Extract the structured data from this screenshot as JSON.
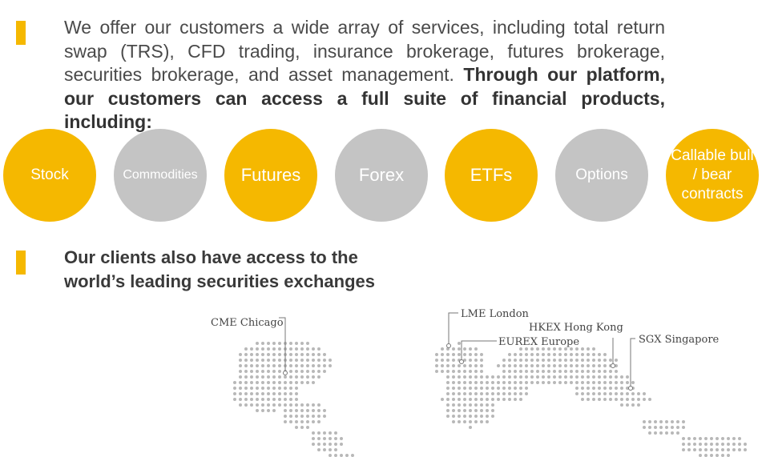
{
  "colors": {
    "accent": "#f5b800",
    "gray_circle": "#c4c4c4",
    "text": "#4a4a4a",
    "map_dots": "#b8b8b8"
  },
  "intro": {
    "normal_text": "We offer our customers a wide array of services, including total return swap (TRS), CFD trading, insurance brokerage, futures brokerage, securities brokerage, and asset management.",
    "bold_text": "Through our platform, our customers can access a full suite of financial products, including:"
  },
  "products": [
    {
      "label": "Stock",
      "color": "#f5b800"
    },
    {
      "label": "Commodities",
      "color": "#c4c4c4"
    },
    {
      "label": "Futures",
      "color": "#f5b800"
    },
    {
      "label": "Forex",
      "color": "#c4c4c4"
    },
    {
      "label": "ETFs",
      "color": "#f5b800"
    },
    {
      "label": "Options",
      "color": "#c4c4c4"
    },
    {
      "label": "Callable bull / bear contracts",
      "color": "#f5b800"
    }
  ],
  "exchanges_heading": {
    "line1": "Our clients also have access to the",
    "line2": "world’s leading securities exchanges"
  },
  "exchanges": [
    {
      "label": "CME Chicago"
    },
    {
      "label": "LME London"
    },
    {
      "label": "HKEX Hong Kong"
    },
    {
      "label": "EUREX Europe"
    },
    {
      "label": "SGX Singapore"
    }
  ]
}
